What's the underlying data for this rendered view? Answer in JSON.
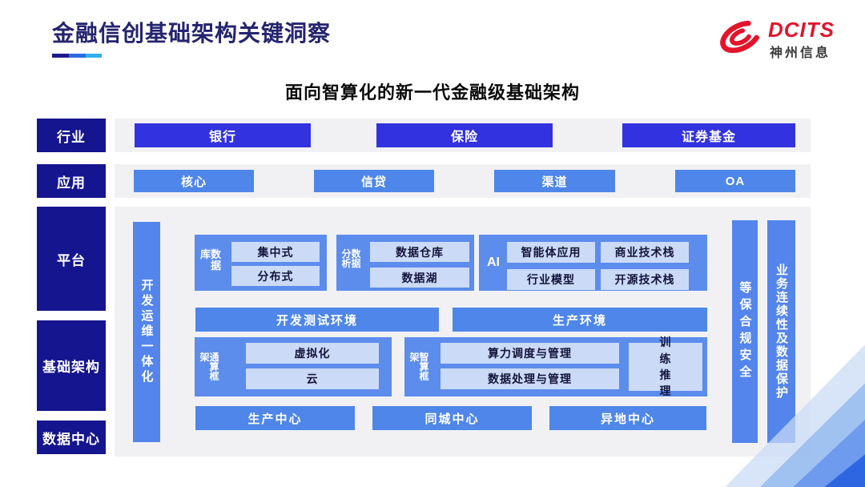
{
  "colors": {
    "title_navy": "#24246F",
    "label_navy": "#15158F",
    "primary_button_blue": "#3232E0",
    "cornflower_blue": "#4E86E9",
    "group_blue": "#5C8CEC",
    "light_box_blue": "#CBDAF7",
    "panel_gray": "#F1F1F3",
    "brand_red": "#E3142B",
    "underline_segments": [
      "#1A1A8F",
      "#2B6BE0",
      "#2FB0EB"
    ]
  },
  "header": {
    "title": "金融信创基础架构关键洞察",
    "logo_brand": "DCITS",
    "logo_company": "神州信息"
  },
  "subtitle": "面向智算化的新一代金融级基础架构",
  "left_labels": {
    "industry": "行业",
    "application": "应用",
    "platform": "平台",
    "infrastructure": "基础架构",
    "datacenter": "数据中心"
  },
  "industry_items": [
    "银行",
    "保险",
    "证券基金"
  ],
  "application_items": [
    "核心",
    "信贷",
    "渠道",
    "OA"
  ],
  "panel": {
    "devops_bar": "开发运维一体化",
    "database": {
      "label": "数据库",
      "items": [
        "集中式",
        "分布式"
      ]
    },
    "analytics": {
      "label": "数据分析",
      "items": [
        "数据仓库",
        "数据湖"
      ]
    },
    "ai": {
      "label": "AI",
      "items": [
        "智能体应用",
        "商业技术栈",
        "行业模型",
        "开源技术栈"
      ]
    },
    "env_bars": [
      "开发测试环境",
      "生产环境"
    ],
    "general_compute": {
      "label": "通算框架",
      "items": [
        "虚拟化",
        "云"
      ]
    },
    "ai_compute": {
      "label": "智算框架",
      "items": [
        "算力调度与管理",
        "数据处理与管理"
      ],
      "side": "训练推理"
    },
    "center_bars": [
      "生产中心",
      "同城中心",
      "异地中心"
    ],
    "right_bars": [
      "等保合规安全",
      "业务连续性及数据保护"
    ]
  }
}
